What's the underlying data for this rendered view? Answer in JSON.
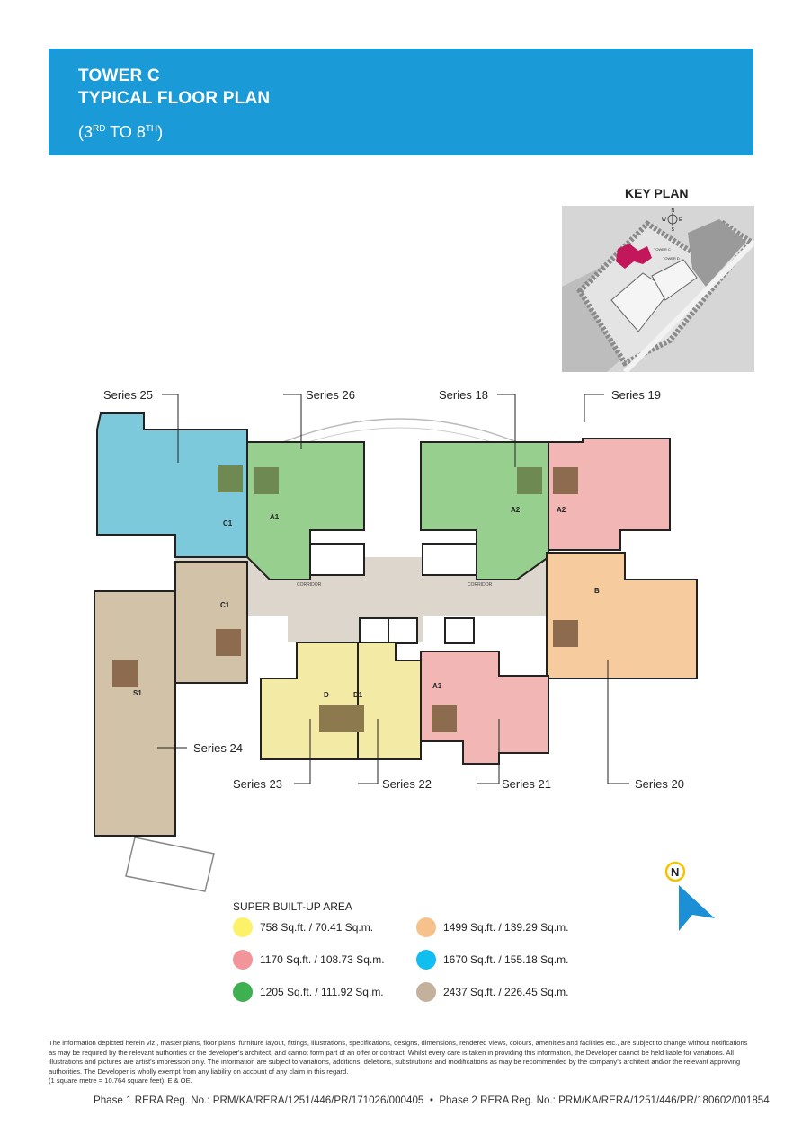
{
  "header": {
    "line1": "TOWER C",
    "line2": "TYPICAL FLOOR PLAN",
    "floors_open": "(3",
    "floors_sup1": "RD",
    "floors_mid": " TO 8",
    "floors_sup2": "TH",
    "floors_close": ")",
    "color": "#1a9ad6"
  },
  "key_plan": {
    "title": "KEY PLAN",
    "compass": [
      "N",
      "E",
      "S",
      "W"
    ],
    "labels": [
      "TOWER C",
      "TOWER D"
    ]
  },
  "floor_plan": {
    "series_labels": {
      "s25": "Series 25",
      "s26": "Series 26",
      "s18": "Series 18",
      "s19": "Series 19",
      "s24": "Series 24",
      "s23": "Series 23",
      "s22": "Series 22",
      "s21": "Series 21",
      "s20": "Series 20"
    },
    "unit_tags": {
      "c1_top": "C1",
      "a1": "A1",
      "a2_left": "A2",
      "a2_right": "A2",
      "b": "B",
      "c1_bottom": "C1",
      "s1": "S1",
      "d": "D",
      "d1": "D1",
      "a3": "A3"
    },
    "corridor_label": "CORRIDOR",
    "north_label": "N"
  },
  "legend": {
    "title": "SUPER BUILT-UP AREA",
    "items": [
      {
        "label": "758 Sq.ft. / 70.41 Sq.m.",
        "color": "#fbf26a"
      },
      {
        "label": "1170 Sq.ft. / 108.73 Sq.m.",
        "color": "#f1959a"
      },
      {
        "label": "1205 Sq.ft. / 111.92 Sq.m.",
        "color": "#3fb04f"
      },
      {
        "label": "1499 Sq.ft. / 139.29 Sq.m.",
        "color": "#f7c18c"
      },
      {
        "label": "1670 Sq.ft. / 155.18 Sq.m.",
        "color": "#12bdf0"
      },
      {
        "label": "2437 Sq.ft. / 226.45 Sq.m.",
        "color": "#c4b19c"
      }
    ]
  },
  "disclaimer": "The information depicted herein viz., master plans, floor plans, furniture layout, fittings, illustrations, specifications, designs, dimensions, rendered views, colours, amenities and facilities etc., are subject to change without notifications as may be required by the relevant authorities or the developer's architect, and cannot form part of an offer or contract. Whilst every care is taken in providing this information, the Developer cannot be held liable for variations. All illustrations and pictures are artist's impression only. The information are subject to variations, additions, deletions, substitutions and modifications as may be recommended by the company's architect and/or the relevant approving authorities. The Developer is wholly exempt from any liability on account of any claim in this regard.",
  "conversion_note": "(1 square metre = 10.764 square feet). E & OE.",
  "rera": {
    "phase1": "Phase 1 RERA Reg. No.: PRM/KA/RERA/1251/446/PR/171026/000405",
    "separator": "•",
    "phase2": "Phase 2 RERA Reg. No.: PRM/KA/RERA/1251/446/PR/180602/001854"
  }
}
